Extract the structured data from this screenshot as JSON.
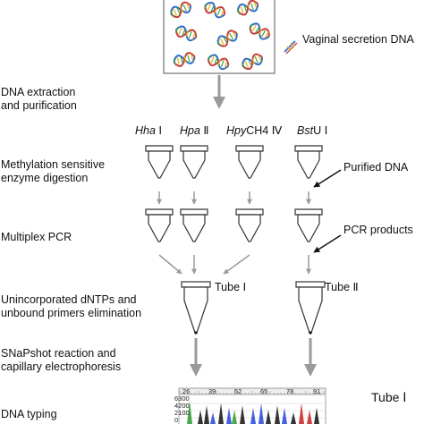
{
  "sample": {
    "label": "Vaginal secretion DNA"
  },
  "steps": [
    {
      "line1": "DNA extraction",
      "line2": "and purification"
    },
    {
      "line1": "Methylation sensitive",
      "line2": "enzyme digestion"
    },
    {
      "line1": "Multiplex PCR",
      "line2": ""
    },
    {
      "line1": "Unincorporated dNTPs and",
      "line2": "unbound primers elimination"
    },
    {
      "line1": "SNaPshot reaction and",
      "line2": "capillary electrophoresis"
    },
    {
      "line1": "DNA typing",
      "line2": ""
    }
  ],
  "enzymes": [
    {
      "italic": "Hha",
      "suffix": " Ⅰ"
    },
    {
      "italic": "Hpa",
      "suffix": " Ⅱ"
    },
    {
      "italic": "Hpy",
      "suffix": "CH4 Ⅳ"
    },
    {
      "italic": "Bst",
      "suffix": "U Ⅰ"
    }
  ],
  "callouts": {
    "purified_dna": "Purified DNA",
    "pcr_products": "PCR products"
  },
  "tubes": {
    "tube1": "Tube Ⅰ",
    "tube2": "Tube Ⅱ"
  },
  "electropherogram": {
    "result_label": "Tube Ⅰ",
    "x_ticks": [
      "26",
      "39",
      "52",
      "65",
      "78",
      "91"
    ],
    "y_ticks": [
      "6300",
      "4200",
      "2100",
      "0"
    ],
    "peak_colors": [
      "#2a9a2a",
      "#111111",
      "#2346d6",
      "#c81e1e"
    ]
  }
}
